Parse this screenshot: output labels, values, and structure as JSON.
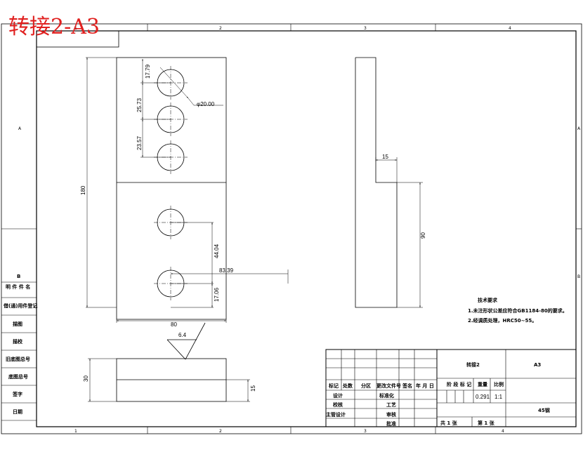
{
  "title": "转接2-A3",
  "border": {
    "col_numbers": [
      "1",
      "2",
      "3",
      "4"
    ],
    "row_letters": [
      "A",
      "B"
    ]
  },
  "side_panel": {
    "labels": [
      "B",
      "借(通)用件登记",
      "描图",
      "描校",
      "旧底图总号",
      "底图总号",
      "签字",
      "日期"
    ],
    "first_row_text": "明 件 件 名"
  },
  "dimensions": {
    "d1": "17.79",
    "d2": "25.73",
    "d3": "23.57",
    "dia": "φ20.00",
    "h_total": "180",
    "d4": "44.04",
    "d5": "17.06",
    "d6": "83.39",
    "width": "80",
    "roughness": "6.4",
    "side_15": "15",
    "side_90": "90",
    "bottom_30": "30",
    "bottom_15": "15"
  },
  "tech_req": {
    "heading": "技术要求",
    "line1": "1.未注形状公差应符合GB1184-80的要求。",
    "line2": "2.经调质处理，HRC50~55。"
  },
  "title_block": {
    "part_name": "转接2",
    "sheet_size": "A3",
    "hdr_labels": [
      "标记",
      "处数",
      "分区",
      "更改文件号",
      "签名",
      "年 月 日"
    ],
    "role_labels": [
      "设计",
      "校核",
      "主管设计"
    ],
    "std_labels": [
      "标准化",
      "工艺",
      "审核",
      "批准"
    ],
    "stage_labels": [
      "阶 段 标 记",
      "重量",
      "比例"
    ],
    "weight": "0.291",
    "scale": "1:1",
    "material": "45钢",
    "total_sheets": "共 1 张",
    "sheet_no": "第 1 张"
  }
}
